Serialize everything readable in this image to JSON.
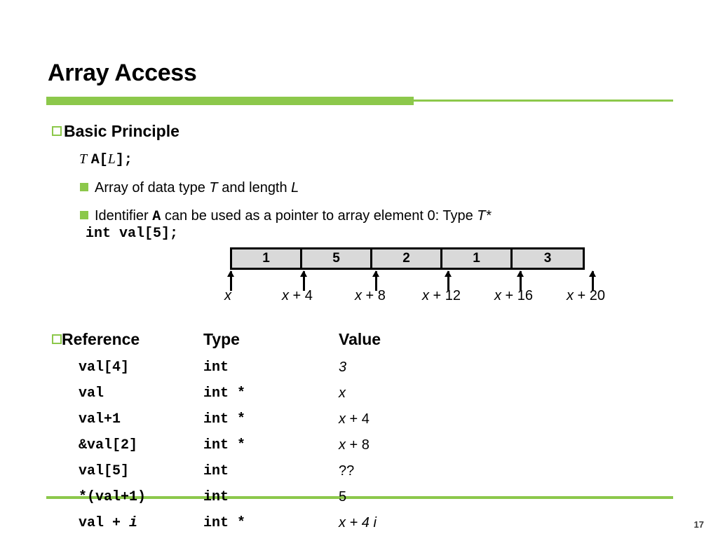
{
  "slide": {
    "title": "Array Access",
    "page_number": "17",
    "accent_color": "#8CC84B",
    "cell_fill_color": "#D9D9D9"
  },
  "basic_principle": {
    "heading": "Basic Principle",
    "declaration": {
      "type": "T",
      "name": "A",
      "open": "[",
      "length": "L",
      "close": "]",
      "semi": ";"
    },
    "sub_bullets": [
      {
        "prefix": "Array of data type ",
        "var1": "T",
        "mid": " and length ",
        "var2": "L",
        "suffix": ""
      },
      {
        "prefix": "Identifier ",
        "ident": "A",
        "mid": " can be used as a pointer to array element 0: Type ",
        "var2": "T*",
        "suffix": ""
      }
    ],
    "example_code": "int val[5];"
  },
  "array_diagram": {
    "cells": [
      "1",
      "5",
      "2",
      "1",
      "3"
    ],
    "addresses": [
      {
        "base": "x",
        "offset": ""
      },
      {
        "base": "x",
        "offset": " + 4"
      },
      {
        "base": "x",
        "offset": " + 8"
      },
      {
        "base": "x",
        "offset": " + 12"
      },
      {
        "base": "x",
        "offset": " + 16"
      },
      {
        "base": "x",
        "offset": " + 20"
      }
    ]
  },
  "reference_table": {
    "headers": {
      "reference": "Reference",
      "type": "Type",
      "value": "Value"
    },
    "rows": [
      {
        "reference": "val[4]",
        "type": "int",
        "value_base": "3",
        "value_offset": ""
      },
      {
        "reference": "val",
        "type": "int *",
        "value_base": "x",
        "value_offset": ""
      },
      {
        "reference": "val+1",
        "type": "int *",
        "value_base": "x",
        "value_offset": " + 4"
      },
      {
        "reference": "&val[2]",
        "type": "int *",
        "value_base": "x",
        "value_offset": " + 8"
      },
      {
        "reference": "val[5]",
        "type": "int",
        "value_base": "??",
        "value_offset": ""
      },
      {
        "reference": "*(val+1)",
        "type": "int",
        "value_base": "5",
        "value_offset": ""
      },
      {
        "reference": "val + i",
        "type": "int *",
        "value_base": "x",
        "value_offset": " + 4 i"
      }
    ]
  }
}
